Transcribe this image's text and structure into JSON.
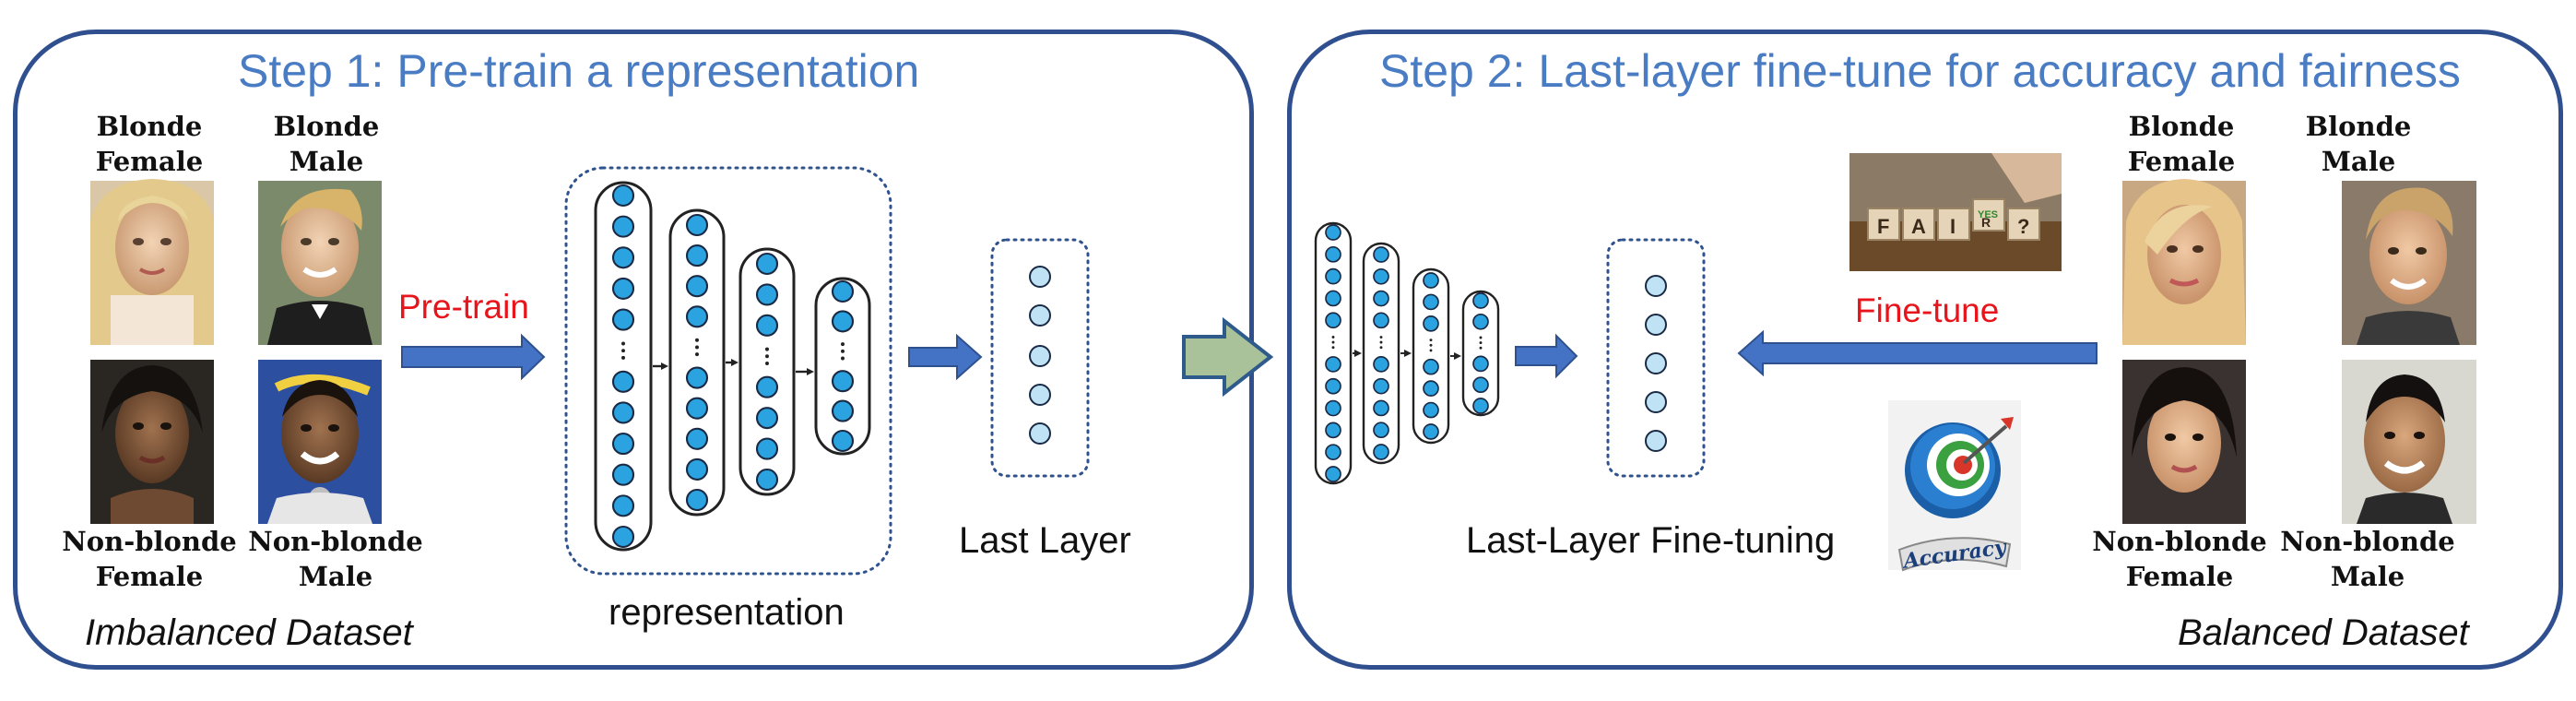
{
  "colors": {
    "panel_border": "#2f4f8f",
    "title": "#4a7cc4",
    "arrow": "#4472c4",
    "arrow_edge": "#2f528f",
    "big_arrow_fill": "#a9c29a",
    "big_arrow_edge": "#2e5b8c",
    "neuron_fill": "#2aa3e0",
    "neuron_light": "#bfe3f5",
    "red_text": "#e8141b"
  },
  "step1": {
    "title": "Step 1: Pre-train a representation",
    "faces": {
      "blonde_female": "Blonde\nFemale",
      "blonde_male": "Blonde\nMale",
      "nonblonde_female": "Non-blonde\nFemale",
      "nonblonde_male": "Non-blonde\nMale"
    },
    "dataset_label": "Imbalanced Dataset",
    "arrow_label": "Pre-train",
    "representation_label": "representation",
    "last_layer_label": "Last Layer"
  },
  "step2": {
    "title": "Step 2: Last-layer fine-tune for accuracy and fairness",
    "faces": {
      "blonde_female": "Blonde\nFemale",
      "blonde_male": "Blonde\nMale",
      "nonblonde_female": "Non-blonde\nFemale",
      "nonblonde_male": "Non-blonde\nMale"
    },
    "dataset_label": "Balanced Dataset",
    "arrow_label": "Fine-tune",
    "fine_tuning_label": "Last-Layer Fine-tuning",
    "fair_image_text": "FAIR",
    "fair_yes": "YES",
    "fair_q": "?",
    "accuracy_text": "Accuracy"
  },
  "icons": [
    "arrow-right-icon",
    "arrow-left-icon",
    "big-arrow-icon",
    "target-icon",
    "dice-icon"
  ]
}
